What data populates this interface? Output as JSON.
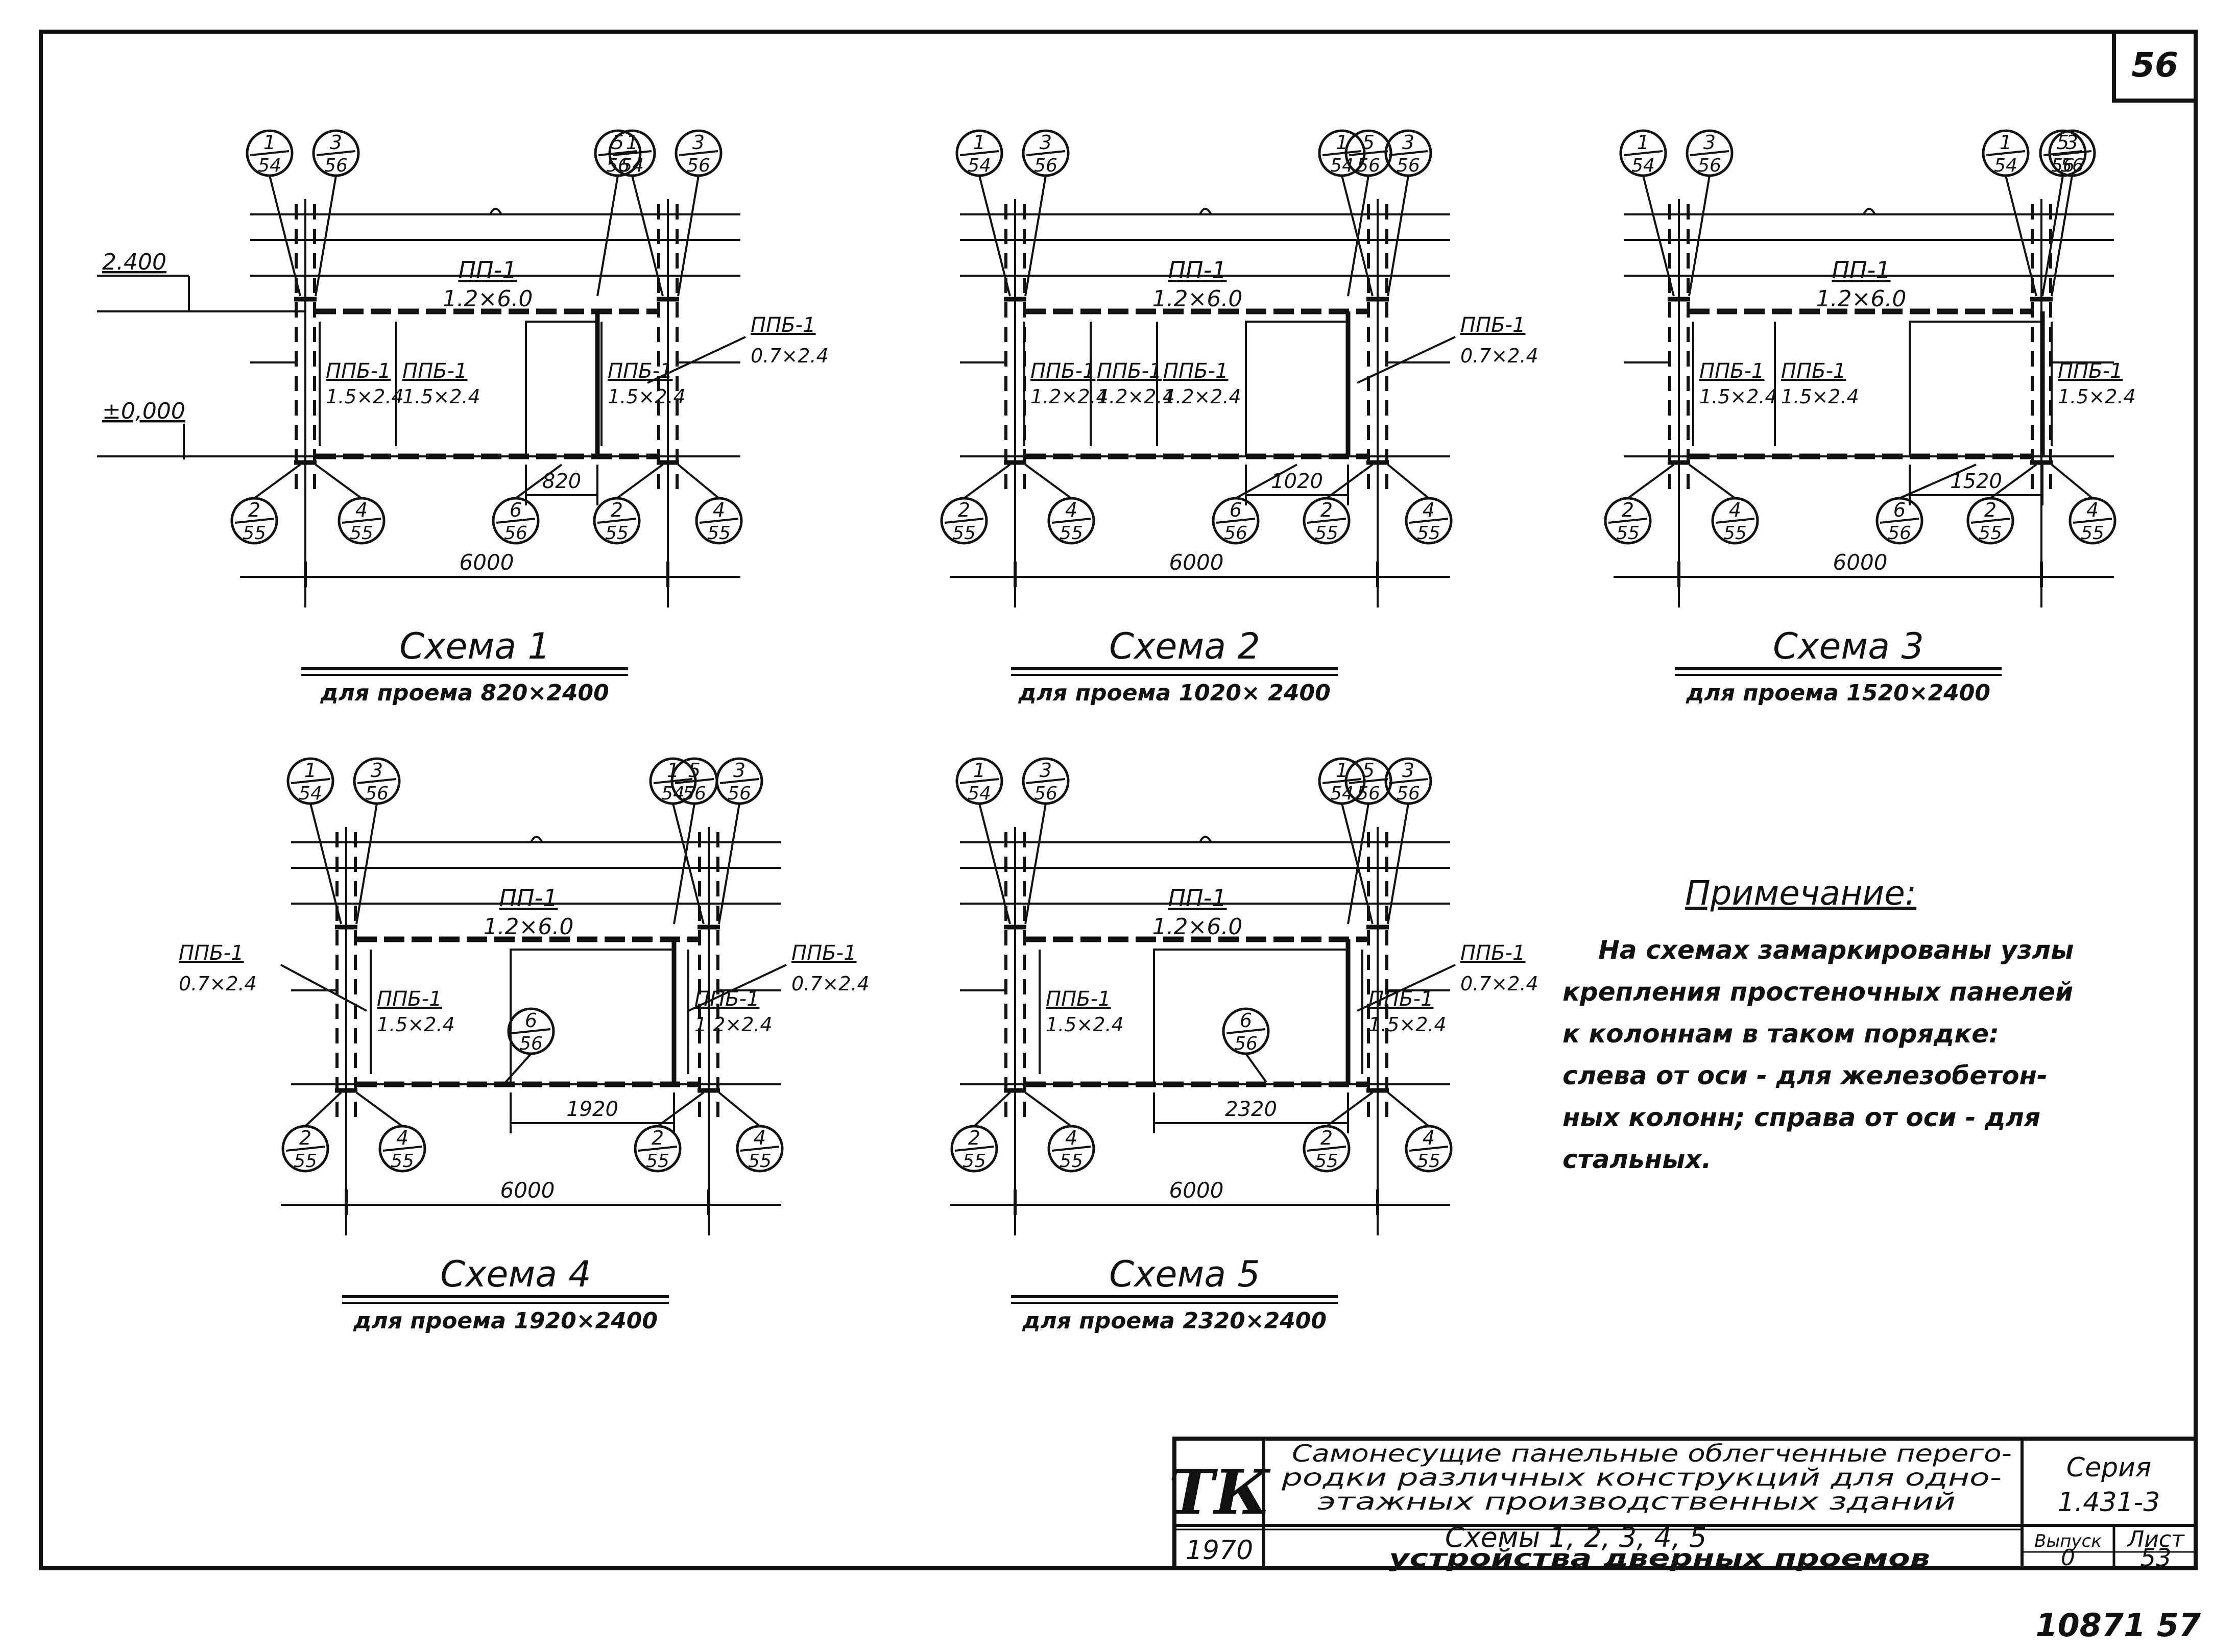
{
  "sheet": {
    "page_number": "56",
    "bottom_number": "10871 57",
    "note": {
      "title": "Примечание:",
      "lines": [
        "На схемах замаркированы узлы",
        "крепления простеночных панелей",
        "к колоннам в таком порядке:",
        "слева от оси - для железобетон-",
        "ных колонн; справа от оси - для",
        "стальных."
      ]
    }
  },
  "schemes": [
    {
      "title": "Схема 1",
      "subtitle": "для проема 820×2400",
      "elev_top": "2.400",
      "elev_bottom": "±0,000",
      "top_panel": [
        "ПП-1",
        "1.2×6.0"
      ],
      "total_dim": "6000",
      "opening_dim": "820",
      "panels": [
        [
          "ППБ-1",
          "1.5×2.4"
        ],
        [
          "ППБ-1",
          "1.5×2.4"
        ],
        [
          "ППБ-1",
          "1.5×2.4"
        ]
      ],
      "side_labels": [
        [
          "ППБ-1",
          "0.7×2.4"
        ]
      ],
      "top_nodes": [
        [
          "1",
          "54"
        ],
        [
          "3",
          "56"
        ],
        [
          "5",
          "56"
        ],
        [
          "1",
          "54"
        ],
        [
          "3",
          "56"
        ]
      ],
      "bottom_nodes": [
        [
          "2",
          "55"
        ],
        [
          "4",
          "55"
        ],
        [
          "6",
          "56"
        ],
        [
          "2",
          "55"
        ],
        [
          "4",
          "55"
        ]
      ]
    },
    {
      "title": "Схема 2",
      "subtitle": "для проема 1020× 2400",
      "top_panel": [
        "ПП-1",
        "1.2×6.0"
      ],
      "total_dim": "6000",
      "opening_dim": "1020",
      "panels": [
        [
          "ППБ-1",
          "1.2×2.4"
        ],
        [
          "ППБ-1",
          "1.2×2.4"
        ],
        [
          "ППБ-1",
          "1.2×2.4"
        ]
      ],
      "side_labels": [
        [
          "ППБ-1",
          "0.7×2.4"
        ]
      ],
      "top_nodes": [
        [
          "1",
          "54"
        ],
        [
          "3",
          "56"
        ],
        [
          "5",
          "56"
        ],
        [
          "1",
          "54"
        ],
        [
          "3",
          "56"
        ]
      ],
      "bottom_nodes": [
        [
          "2",
          "55"
        ],
        [
          "4",
          "55"
        ],
        [
          "6",
          "56"
        ],
        [
          "2",
          "55"
        ],
        [
          "4",
          "55"
        ]
      ]
    },
    {
      "title": "Схема 3",
      "subtitle": "для проема 1520×2400",
      "top_panel": [
        "ПП-1",
        "1.2×6.0"
      ],
      "total_dim": "6000",
      "opening_dim": "1520",
      "panels": [
        [
          "ППБ-1",
          "1.5×2.4"
        ],
        [
          "ППБ-1",
          "1.5×2.4"
        ],
        [
          "ППБ-1",
          "1.5×2.4"
        ]
      ],
      "side_labels": [],
      "top_nodes": [
        [
          "1",
          "54"
        ],
        [
          "3",
          "56"
        ],
        [
          "5",
          "56"
        ],
        [
          "1",
          "54"
        ],
        [
          "3",
          "56"
        ]
      ],
      "bottom_nodes": [
        [
          "2",
          "55"
        ],
        [
          "4",
          "55"
        ],
        [
          "6",
          "56"
        ],
        [
          "2",
          "55"
        ],
        [
          "4",
          "55"
        ]
      ]
    },
    {
      "title": "Схема 4",
      "subtitle": "для проема 1920×2400",
      "top_panel": [
        "ПП-1",
        "1.2×6.0"
      ],
      "total_dim": "6000",
      "opening_dim": "1920",
      "panels": [
        [
          "ППБ-1",
          "1.5×2.4"
        ],
        [
          "ППБ-1",
          "1.2×2.4"
        ]
      ],
      "side_labels": [
        [
          "ППБ-1",
          "0.7×2.4"
        ],
        [
          "ППБ-1",
          "0.7×2.4"
        ]
      ],
      "top_nodes": [
        [
          "1",
          "54"
        ],
        [
          "3",
          "56"
        ],
        [
          "5",
          "56"
        ],
        [
          "1",
          "54"
        ],
        [
          "3",
          "56"
        ]
      ],
      "mid_node": [
        "6",
        "56"
      ],
      "bottom_nodes": [
        [
          "2",
          "55"
        ],
        [
          "4",
          "55"
        ],
        [
          "2",
          "55"
        ],
        [
          "4",
          "55"
        ]
      ]
    },
    {
      "title": "Схема 5",
      "subtitle": "для проема 2320×2400",
      "top_panel": [
        "ПП-1",
        "1.2×6.0"
      ],
      "total_dim": "6000",
      "opening_dim": "2320",
      "panels": [
        [
          "ППБ-1",
          "1.5×2.4"
        ],
        [
          "ППБ-1",
          "1.5×2.4"
        ]
      ],
      "side_labels": [
        [
          "ППБ-1",
          "0.7×2.4"
        ]
      ],
      "top_nodes": [
        [
          "1",
          "54"
        ],
        [
          "3",
          "56"
        ],
        [
          "5",
          "56"
        ],
        [
          "1",
          "54"
        ],
        [
          "3",
          "56"
        ]
      ],
      "mid_node": [
        "6",
        "56"
      ],
      "bottom_nodes": [
        [
          "2",
          "55"
        ],
        [
          "4",
          "55"
        ],
        [
          "2",
          "55"
        ],
        [
          "4",
          "55"
        ]
      ]
    }
  ],
  "title_block": {
    "logo": "ТК",
    "year": "1970",
    "description_lines": [
      "Самонесущие панельные облегченные перего-",
      "родки различных конструкций для одно-",
      "этажных производственных зданий"
    ],
    "sheet_title_lines": [
      "Схемы 1, 2, 3, 4, 5",
      "устройства дверных проемов"
    ],
    "series_label": "Серия",
    "series_value": "1.431-3",
    "issue_label": "Выпуск",
    "issue_value": "0",
    "sheet_label": "Лист",
    "sheet_value": "53"
  }
}
